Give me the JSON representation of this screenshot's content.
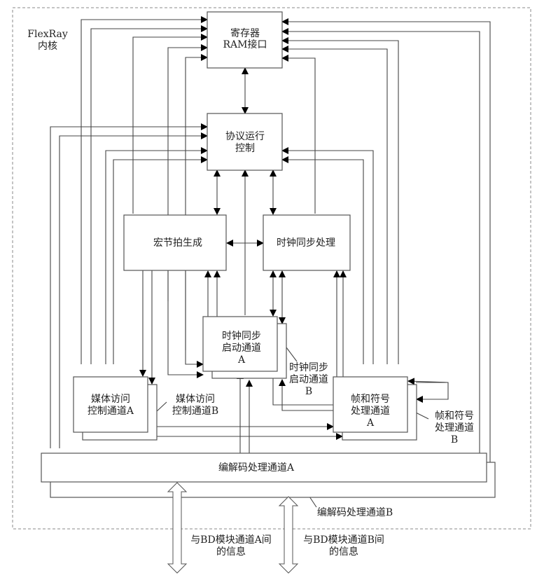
{
  "diagram": {
    "container_label": [
      "FlexRay",
      "内核"
    ],
    "blocks": {
      "register": [
        "寄存器",
        "RAM接口"
      ],
      "protocol": [
        "协议运行",
        "控制"
      ],
      "macrotick": [
        "宏节拍生成"
      ],
      "clocksync": [
        "时钟同步处理"
      ],
      "csstartA": [
        "时钟同步",
        "启动通道",
        "A"
      ],
      "csstartB": [
        "时钟同步",
        "启动通道",
        "B"
      ],
      "macA": [
        "媒体访问",
        "控制通道A"
      ],
      "macB": [
        "媒体访问",
        "控制通道B"
      ],
      "fsA": [
        "帧和符号",
        "处理通道",
        "A"
      ],
      "fsB": [
        "帧和符号",
        "处理通道",
        "B"
      ],
      "codecA": [
        "编解码处理通道A"
      ],
      "codecB": [
        "编解码处理通道B"
      ]
    },
    "external": {
      "bdA": [
        "与BD模块通道A间",
        "的信息"
      ],
      "bdB": [
        "与BD模块通道B间",
        "的信息"
      ]
    }
  }
}
